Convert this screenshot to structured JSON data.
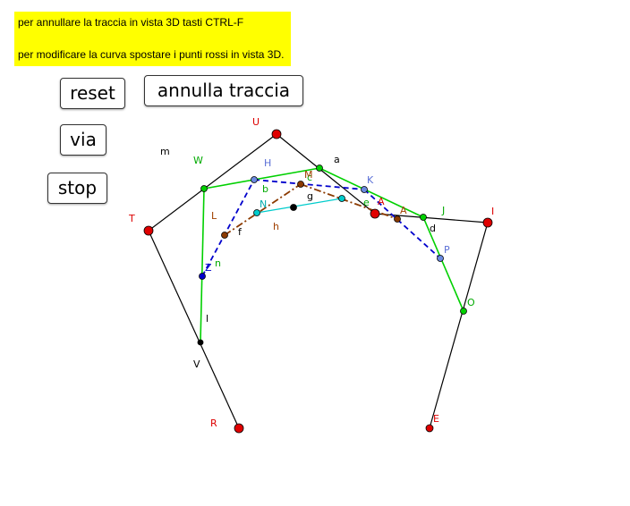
{
  "notes": {
    "line1": "per annullare la traccia in vista 3D tasti CTRL-F",
    "line2": "per modificare la curva spostare i punti rossi in vista 3D."
  },
  "buttons": {
    "reset": "reset",
    "annulla": "annulla traccia",
    "via": "via",
    "stop": "stop"
  },
  "colors": {
    "background": "#ffffff",
    "note_highlight": "#ffff00",
    "red_point": "#e00000",
    "green": "#00d000",
    "blue": "#0000cc",
    "brown": "#8b3a00",
    "cyan": "#00cccc",
    "label_red": "#dd0000",
    "label_green": "#00aa00",
    "label_blue": "#5a6fd6",
    "label_brown": "#a04000",
    "label_black": "#000000",
    "label_cyan": "#00aaaa"
  },
  "diagram": {
    "labels": {
      "U": "U",
      "T": "T",
      "R": "R",
      "I": "I",
      "E": "E",
      "A": "A",
      "W": "W",
      "V": "V",
      "J": "J",
      "O": "O",
      "H": "H",
      "K": "K",
      "P": "P",
      "Z": "Z",
      "N": "N",
      "M": "M",
      "L": "L",
      "a": "a",
      "b": "b",
      "c": "c",
      "d": "d",
      "e": "e",
      "f": "f",
      "g": "g",
      "h": "h",
      "l": "l",
      "m": "m",
      "n": "n"
    }
  }
}
